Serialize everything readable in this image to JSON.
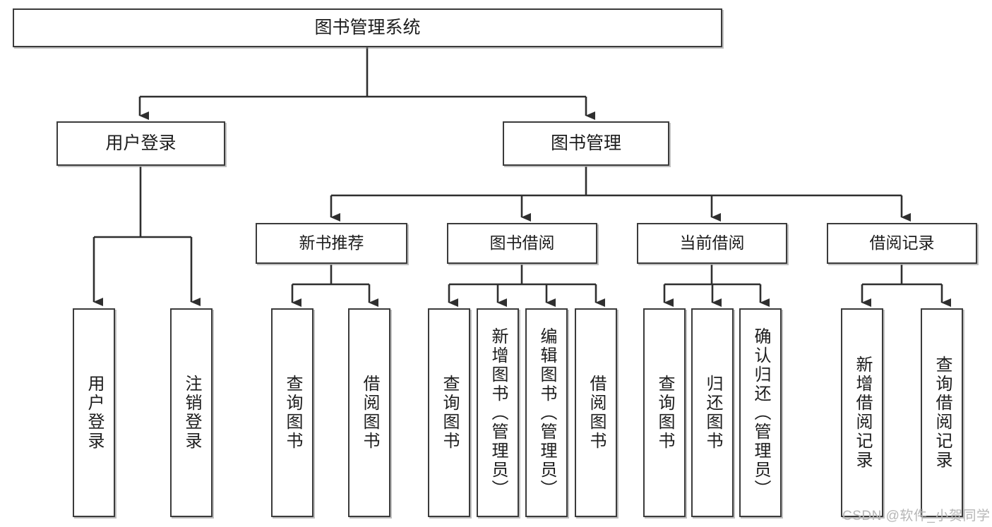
{
  "diagram": {
    "type": "tree",
    "title": "图书管理系统",
    "root": {
      "label": "图书管理系统"
    },
    "level2": [
      {
        "label": "用户登录"
      },
      {
        "label": "图书管理"
      }
    ],
    "level3": [
      {
        "label": "新书推荐",
        "parent": "图书管理"
      },
      {
        "label": "图书借阅",
        "parent": "图书管理"
      },
      {
        "label": "当前借阅",
        "parent": "图书管理"
      },
      {
        "label": "借阅记录",
        "parent": "图书管理"
      }
    ],
    "leaves": {
      "user_login": [
        {
          "label": "用户登录"
        },
        {
          "label": "注销登录"
        }
      ],
      "new_book_recommend": [
        {
          "label": "查询图书"
        },
        {
          "label": "借阅图书"
        }
      ],
      "book_borrow": [
        {
          "label": "查询图书"
        },
        {
          "label": "新增图书（管理员）"
        },
        {
          "label": "编辑图书（管理员）"
        },
        {
          "label": "借阅图书"
        }
      ],
      "current_borrow": [
        {
          "label": "查询图书"
        },
        {
          "label": "归还图书"
        },
        {
          "label": "确认归还（管理员）"
        }
      ],
      "borrow_record": [
        {
          "label": "新增借阅记录"
        },
        {
          "label": "查询借阅记录"
        }
      ]
    }
  },
  "watermark": {
    "text": "CSDN @软件_小贺同学"
  },
  "colors": {
    "box_border": "#3b3b3b",
    "box_fill": "#ffffff",
    "line": "#2f2f2f",
    "text": "#1d1d1d",
    "watermark": "#b6b6b6"
  }
}
